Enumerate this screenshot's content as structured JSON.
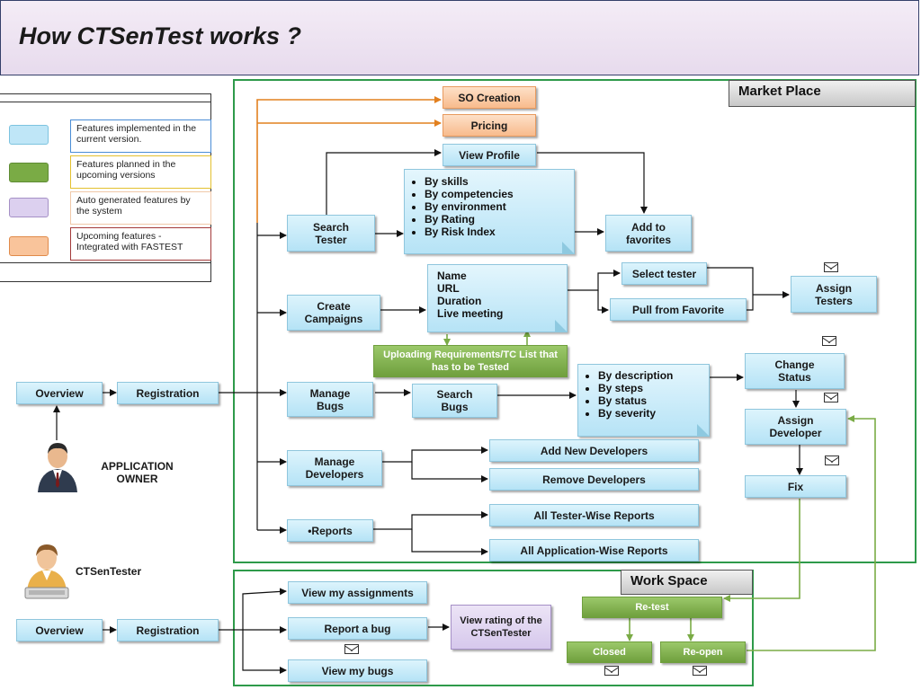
{
  "title": "How CTSenTest works ?",
  "legend": [
    {
      "swatch": "blue",
      "text": "Features implemented in the current version."
    },
    {
      "swatch": "green",
      "text": "Features planned in the upcoming versions"
    },
    {
      "swatch": "purple",
      "text": "Auto generated features by the system"
    },
    {
      "swatch": "orange",
      "text": "Upcoming features - Integrated with FASTEST"
    }
  ],
  "sections": {
    "market_place": "Market Place",
    "work_space": "Work Space"
  },
  "actors": {
    "owner": "APPLICATION OWNER",
    "tester": "CTSenTester"
  },
  "owner_flow": {
    "overview": "Overview",
    "registration": "Registration"
  },
  "tester_flow": {
    "overview": "Overview",
    "registration": "Registration"
  },
  "market": {
    "so_creation": "SO Creation",
    "pricing": "Pricing",
    "view_profile": "View Profile",
    "search_tester": "Search Tester",
    "search_criteria": [
      "By skills",
      "By competencies",
      "By environment",
      "By Rating",
      "By Risk Index"
    ],
    "add_favorites": "Add to favorites",
    "create_campaigns": "Create Campaigns",
    "campaign_fields": [
      "Name",
      "URL",
      "Duration",
      "Live meeting"
    ],
    "select_tester": "Select tester",
    "pull_favorite": "Pull from Favorite",
    "assign_testers": "Assign Testers",
    "uploading": "Uploading  Requirements/TC List that has to be Tested",
    "manage_bugs": "Manage Bugs",
    "search_bugs": "Search Bugs",
    "bug_criteria": [
      "By description",
      "By steps",
      "By status",
      "By severity"
    ],
    "change_status": "Change Status",
    "assign_developer": "Assign Developer",
    "fix": "Fix",
    "manage_developers": "Manage Developers",
    "add_developers": "Add New Developers",
    "remove_developers": "Remove Developers",
    "reports": "•Reports",
    "tester_reports": "All Tester-Wise Reports",
    "application_reports": "All Application-Wise  Reports"
  },
  "workspace": {
    "view_assignments": "View my assignments",
    "report_bug": "Report a bug",
    "view_bugs": "View my bugs",
    "view_rating": "View rating of the CTSenTester",
    "retest": "Re-test",
    "closed": "Closed",
    "reopen": "Re-open"
  },
  "colors": {
    "blue_feature": "#bfe6f7",
    "green_feature": "#7aab45",
    "purple_feature": "#dcd0ef",
    "orange_feature": "#f9c49b",
    "section_border": "#2e9a4a",
    "orange_line": "#e2801f",
    "green_line": "#7aab45"
  }
}
